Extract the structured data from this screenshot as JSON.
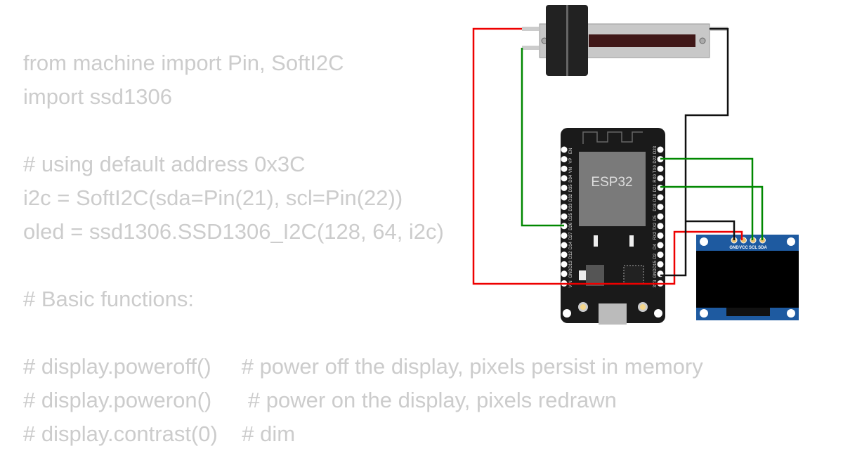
{
  "code_lines": [
    "from machine import Pin, SoftI2C",
    "import ssd1306",
    "",
    "# using default address 0x3C",
    "i2c = SoftI2C(sda=Pin(21), scl=Pin(22))",
    "oled = ssd1306.SSD1306_I2C(128, 64, i2c)",
    "",
    "# Basic functions:",
    "",
    "# display.poweroff()     # power off the display, pixels persist in memory",
    "# display.poweron()      # power on the display, pixels redrawn",
    "# display.contrast(0)    # dim"
  ],
  "esp32": {
    "chip_label": "ESP32",
    "left_pins": [
      "EN",
      "VP",
      "VN",
      "D34",
      "D35",
      "D32",
      "D33",
      "D25",
      "D26",
      "D27",
      "D14",
      "D12",
      "D13",
      "GND",
      "VIN"
    ],
    "right_pins": [
      "D23",
      "D22",
      "TX0",
      "RX0",
      "D21",
      "D19",
      "D18",
      "D5",
      "TX2",
      "RX2",
      "D4",
      "D2",
      "D15",
      "GND",
      "3V3"
    ]
  },
  "oled": {
    "pins": [
      "GND",
      "VCC",
      "SCL",
      "SDA"
    ]
  },
  "colors": {
    "wire_red": "#ee0000",
    "wire_black": "#111111",
    "wire_green": "#008800",
    "oled_pcb": "#1e5aa0",
    "board": "#1a1a1a"
  }
}
